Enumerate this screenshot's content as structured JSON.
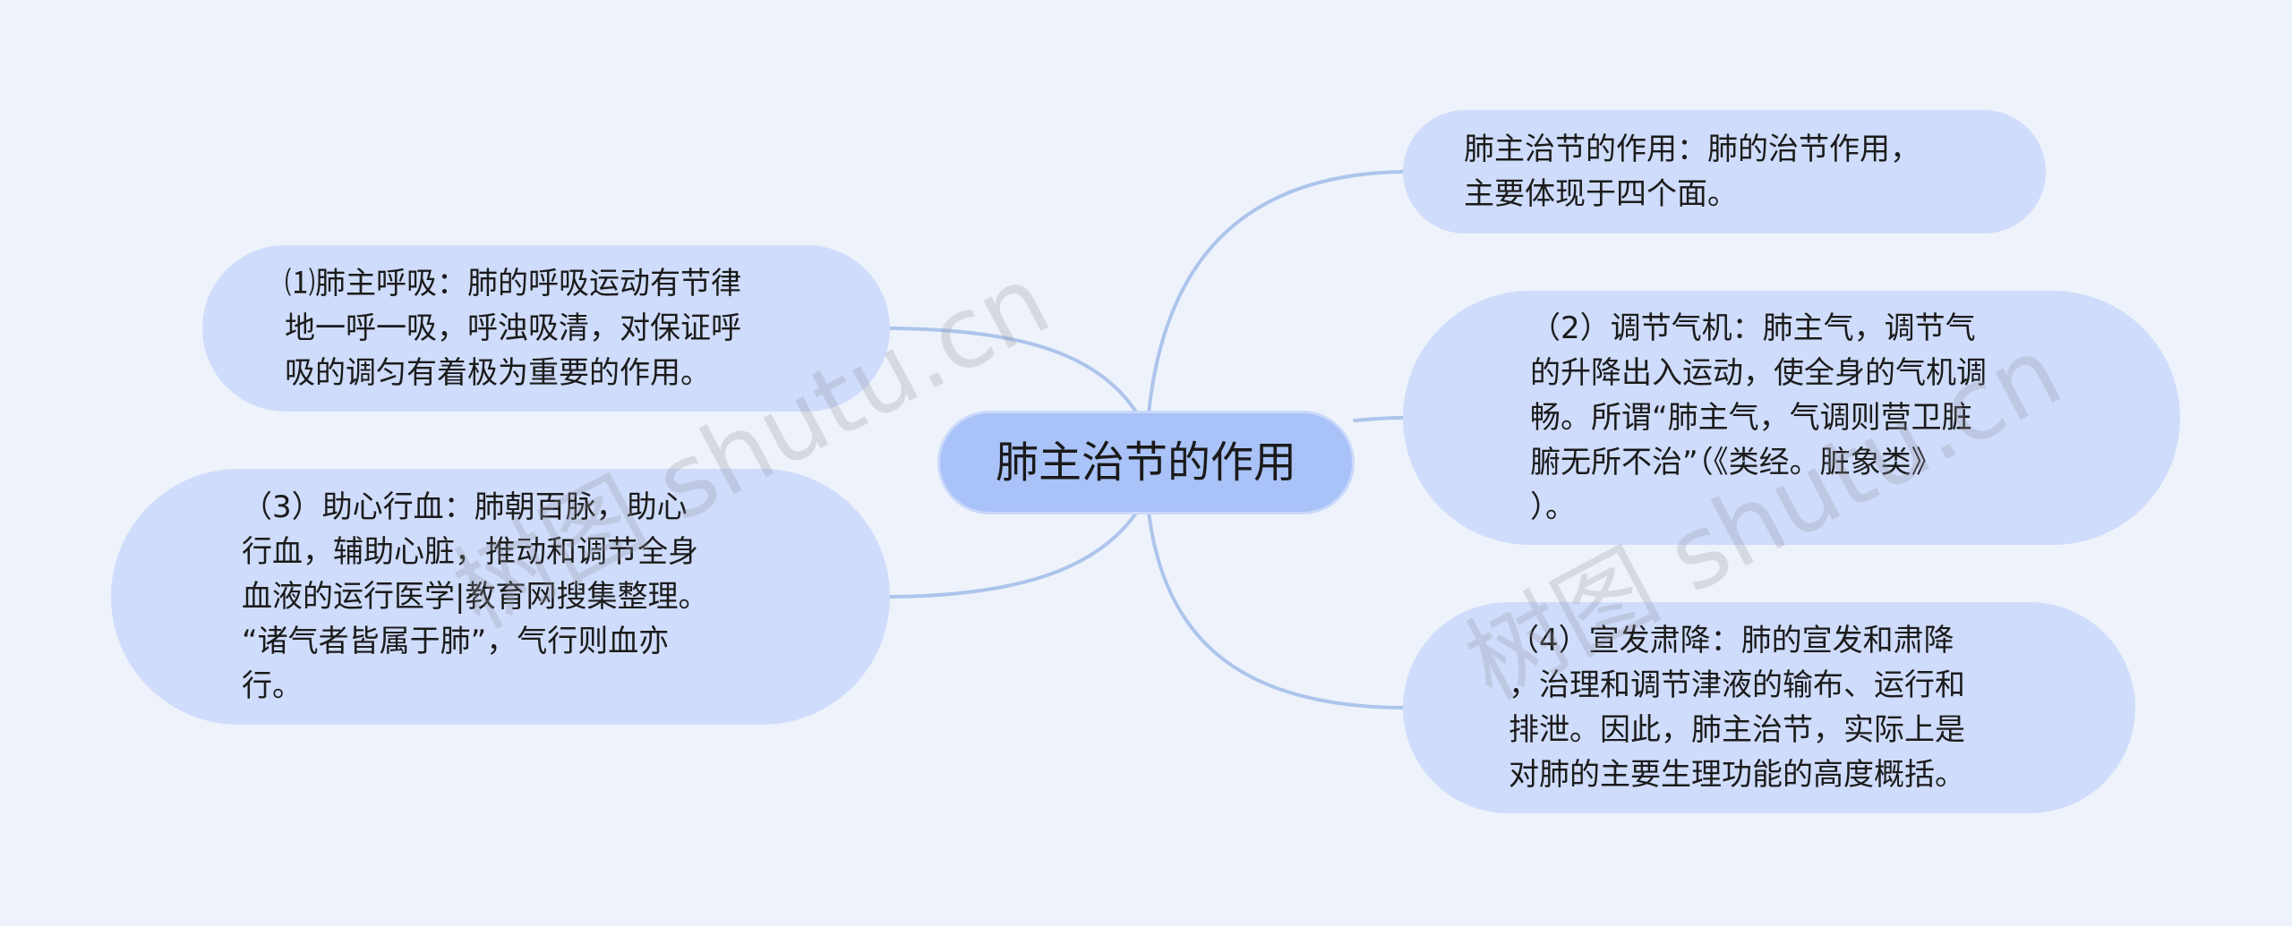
{
  "root": {
    "label": "肺主治节的作用"
  },
  "branches": {
    "left_1": {
      "text": "⑴肺主呼吸：肺的呼吸运动有节律\n地一呼一吸，呼浊吸清，对保证呼\n吸的调匀有着极为重要的作用。"
    },
    "left_2": {
      "text": "（3）助心行血：肺朝百脉，助心\n行血，辅助心脏，推动和调节全身\n血液的运行医学|教育网搜集整理。\n“诸气者皆属于肺”，气行则血亦\n行。"
    },
    "right_1": {
      "text": "肺主治节的作用：肺的治节作用，\n主要体现于四个面。"
    },
    "right_2": {
      "text": "（2）调节气机：肺主气，调节气\n的升降出入运动，使全身的气机调\n畅。所谓“肺主气，气调则营卫脏\n腑无所不治”（《类经。脏象类》\n）。"
    },
    "right_3": {
      "text": "（4）宣发肃降：肺的宣发和肃降\n，治理和调节津液的输布、运行和\n排泄。因此，肺主治节，实际上是\n对肺的主要生理功能的高度概括。"
    }
  },
  "watermark": {
    "text": "树图 shutu.cn"
  },
  "colors": {
    "background": "#eef3fb",
    "node": "#cfdcfb",
    "root": "#a9c2f7",
    "edge": "#adc4ec"
  }
}
